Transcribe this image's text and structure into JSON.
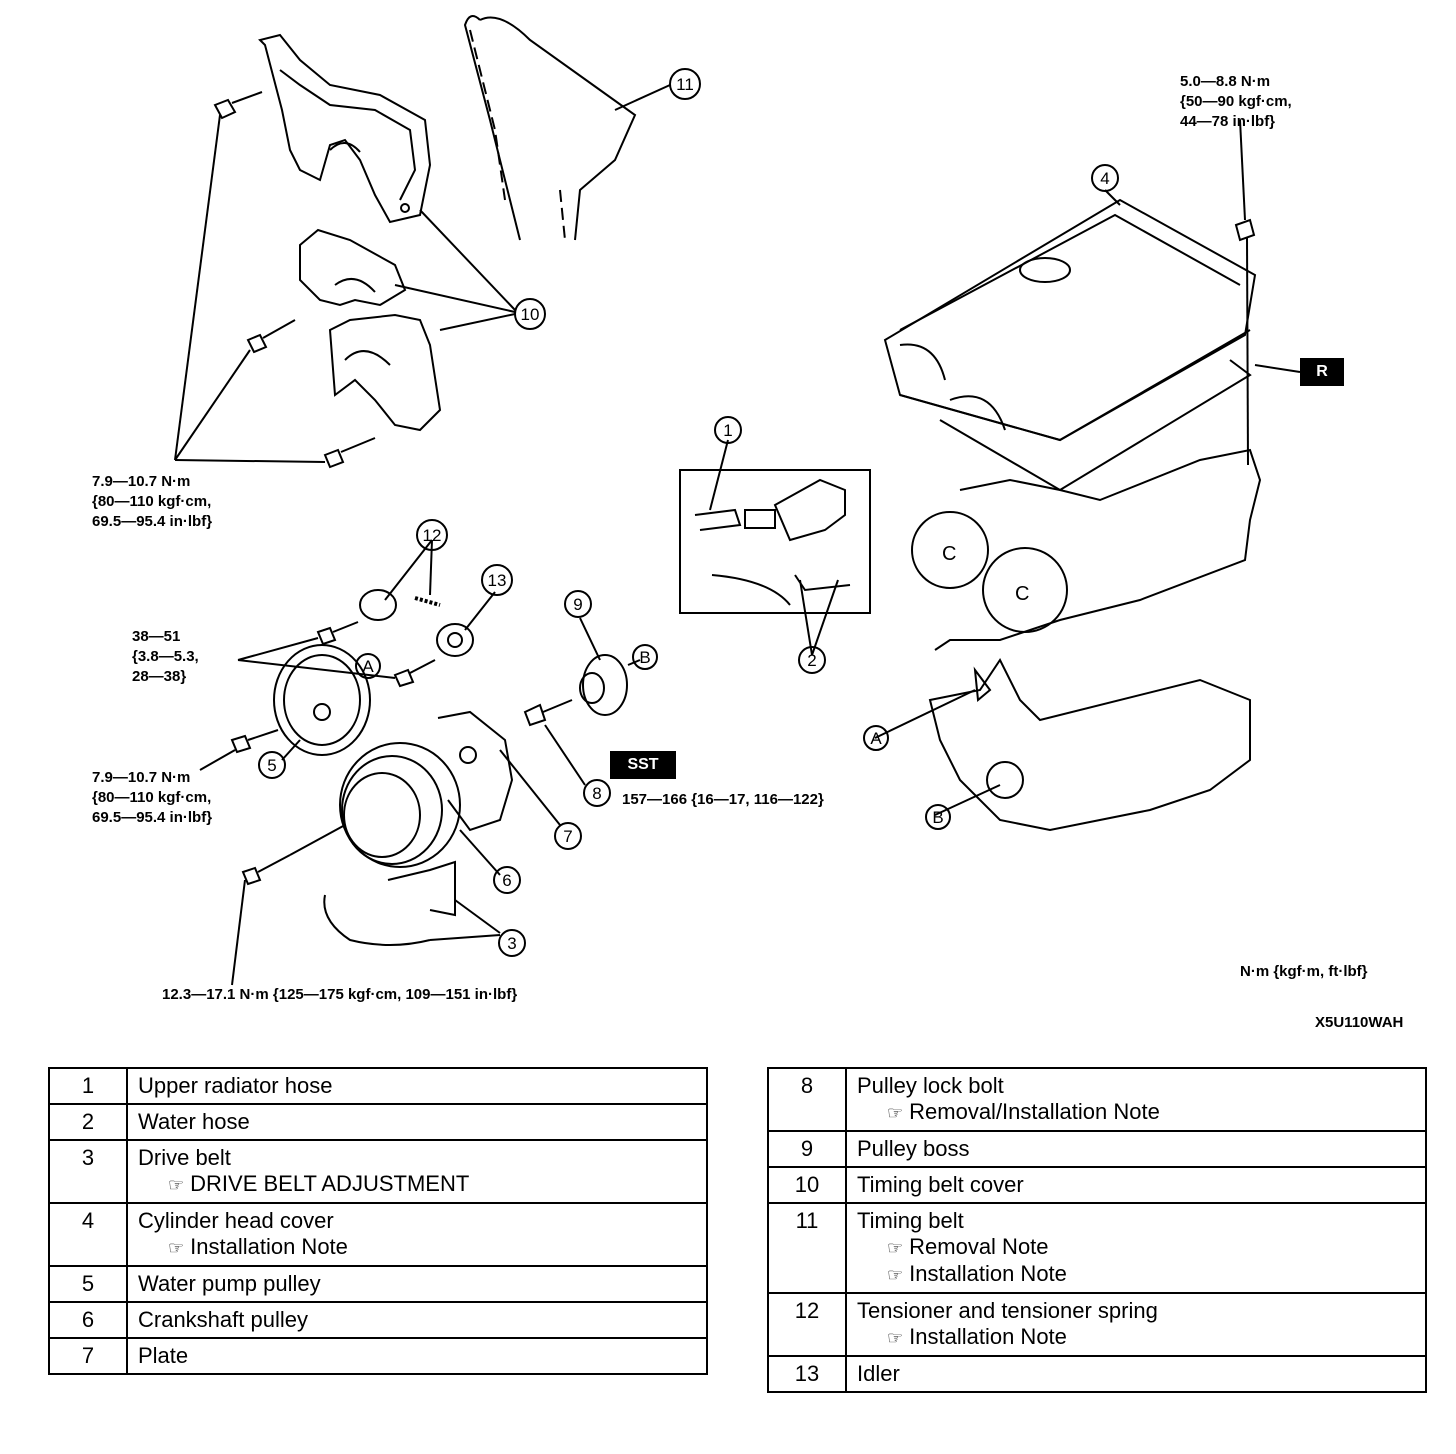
{
  "specs": {
    "cover_bolts": [
      "7.9—10.7 N·m",
      "{80—110 kgf·cm,",
      "69.5—95.4 in·lbf}"
    ],
    "head_cover_bolt": [
      "5.0—8.8 N·m",
      "{50—90 kgf·cm,",
      "44—78 in·lbf}"
    ],
    "tensioner_bolts": [
      "38—51",
      "{3.8—5.3,",
      "28—38}"
    ],
    "pump_pulley_bolts": [
      "7.9—10.7 N·m",
      "{80—110 kgf·cm,",
      "69.5—95.4 in·lbf}"
    ],
    "crank_pulley_bolts": "12.3—17.1 N·m {125—175 kgf·cm, 109—151 in·lbf}",
    "lock_bolt": "157—166 {16—17, 116—122}"
  },
  "tags": {
    "sst": "SST",
    "r": "R"
  },
  "unit_note": "N·m {kgf·m, ft·lbf}",
  "figure_code": "X5U110WAH",
  "callouts": {
    "c1": "1",
    "c2": "2",
    "c3": "3",
    "c4": "4",
    "c5": "5",
    "c6": "6",
    "c7": "7",
    "c8": "8",
    "c9": "9",
    "c10": "10",
    "c11": "11",
    "c12": "12",
    "c13": "13",
    "a1": "A",
    "a2": "A",
    "b1": "B",
    "b2": "B"
  },
  "parts_left": [
    {
      "num": "1",
      "name": "Upper radiator hose",
      "notes": []
    },
    {
      "num": "2",
      "name": "Water hose",
      "notes": []
    },
    {
      "num": "3",
      "name": "Drive belt",
      "notes": [
        "DRIVE BELT ADJUSTMENT"
      ]
    },
    {
      "num": "4",
      "name": "Cylinder head cover",
      "notes": [
        "Installation Note"
      ]
    },
    {
      "num": "5",
      "name": "Water pump pulley",
      "notes": []
    },
    {
      "num": "6",
      "name": "Crankshaft pulley",
      "notes": []
    },
    {
      "num": "7",
      "name": "Plate",
      "notes": []
    }
  ],
  "parts_right": [
    {
      "num": "8",
      "name": "Pulley lock bolt",
      "notes": [
        "Removal/Installation Note"
      ]
    },
    {
      "num": "9",
      "name": "Pulley boss",
      "notes": []
    },
    {
      "num": "10",
      "name": "Timing belt cover",
      "notes": []
    },
    {
      "num": "11",
      "name": "Timing belt",
      "notes": [
        "Removal Note",
        "Installation Note"
      ]
    },
    {
      "num": "12",
      "name": "Tensioner and tensioner spring",
      "notes": [
        "Installation Note"
      ]
    },
    {
      "num": "13",
      "name": "Idler",
      "notes": []
    }
  ],
  "ref_icon": "pointing-hand-icon"
}
